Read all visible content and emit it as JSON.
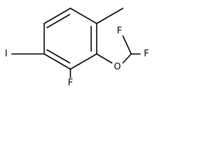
{
  "structure": {
    "atoms": {
      "iodine": "I",
      "fluorine_ring": "F",
      "oxygen": "O",
      "fluorine_top": "F",
      "fluorine_right": "F"
    }
  }
}
